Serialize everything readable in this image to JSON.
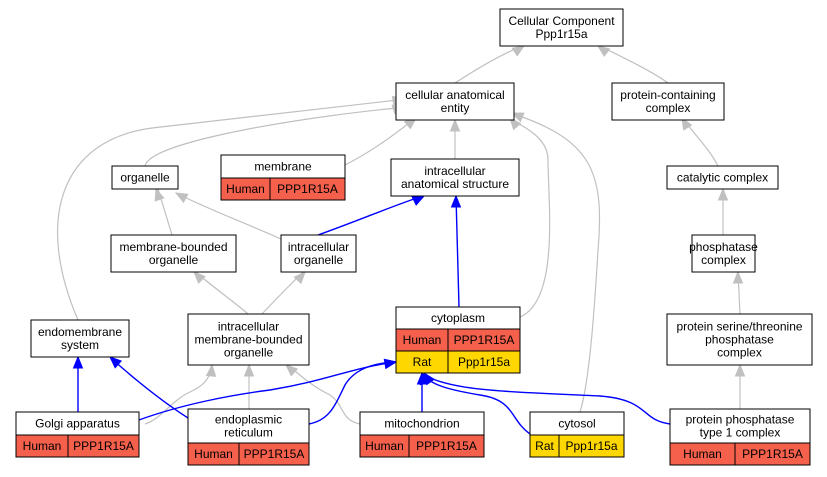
{
  "colors": {
    "human": "#f4604c",
    "rat": "#ffd700",
    "gray_edge": "#c0c0c0",
    "blue_edge": "#0000ff"
  },
  "nodes": {
    "root": {
      "lines": [
        "Cellular Component",
        "Ppp1r15a"
      ]
    },
    "cae": {
      "lines": [
        "cellular anatomical",
        "entity"
      ]
    },
    "pcc": {
      "lines": [
        "protein-containing",
        "complex"
      ]
    },
    "organelle": {
      "lines": [
        "organelle"
      ]
    },
    "membrane": {
      "lines": [
        "membrane"
      ],
      "annotations": [
        {
          "species": "Human",
          "gene": "PPP1R15A"
        }
      ]
    },
    "ias": {
      "lines": [
        "intracellular",
        "anatomical structure"
      ]
    },
    "catalytic": {
      "lines": [
        "catalytic complex"
      ]
    },
    "mbo": {
      "lines": [
        "membrane-bounded",
        "organelle"
      ]
    },
    "io": {
      "lines": [
        "intracellular",
        "organelle"
      ]
    },
    "phosphatase": {
      "lines": [
        "phosphatase",
        "complex"
      ]
    },
    "endomembrane": {
      "lines": [
        "endomembrane",
        "system"
      ]
    },
    "imbo": {
      "lines": [
        "intracellular",
        "membrane-bounded",
        "organelle"
      ]
    },
    "cytoplasm": {
      "lines": [
        "cytoplasm"
      ],
      "annotations": [
        {
          "species": "Human",
          "gene": "PPP1R15A"
        },
        {
          "species": "Rat",
          "gene": "Ppp1r15a"
        }
      ]
    },
    "pstp": {
      "lines": [
        "protein serine/threonine",
        "phosphatase",
        "complex"
      ]
    },
    "golgi": {
      "lines": [
        "Golgi apparatus"
      ],
      "annotations": [
        {
          "species": "Human",
          "gene": "PPP1R15A"
        }
      ]
    },
    "er": {
      "lines": [
        "endoplasmic",
        "reticulum"
      ],
      "annotations": [
        {
          "species": "Human",
          "gene": "PPP1R15A"
        }
      ]
    },
    "mito": {
      "lines": [
        "mitochondrion"
      ],
      "annotations": [
        {
          "species": "Human",
          "gene": "PPP1R15A"
        }
      ]
    },
    "cytosol": {
      "lines": [
        "cytosol"
      ],
      "annotations": [
        {
          "species": "Rat",
          "gene": "Ppp1r15a"
        }
      ]
    },
    "pp1": {
      "lines": [
        "protein phosphatase",
        "type 1 complex"
      ],
      "annotations": [
        {
          "species": "Human",
          "gene": "PPP1R15A"
        }
      ]
    }
  }
}
